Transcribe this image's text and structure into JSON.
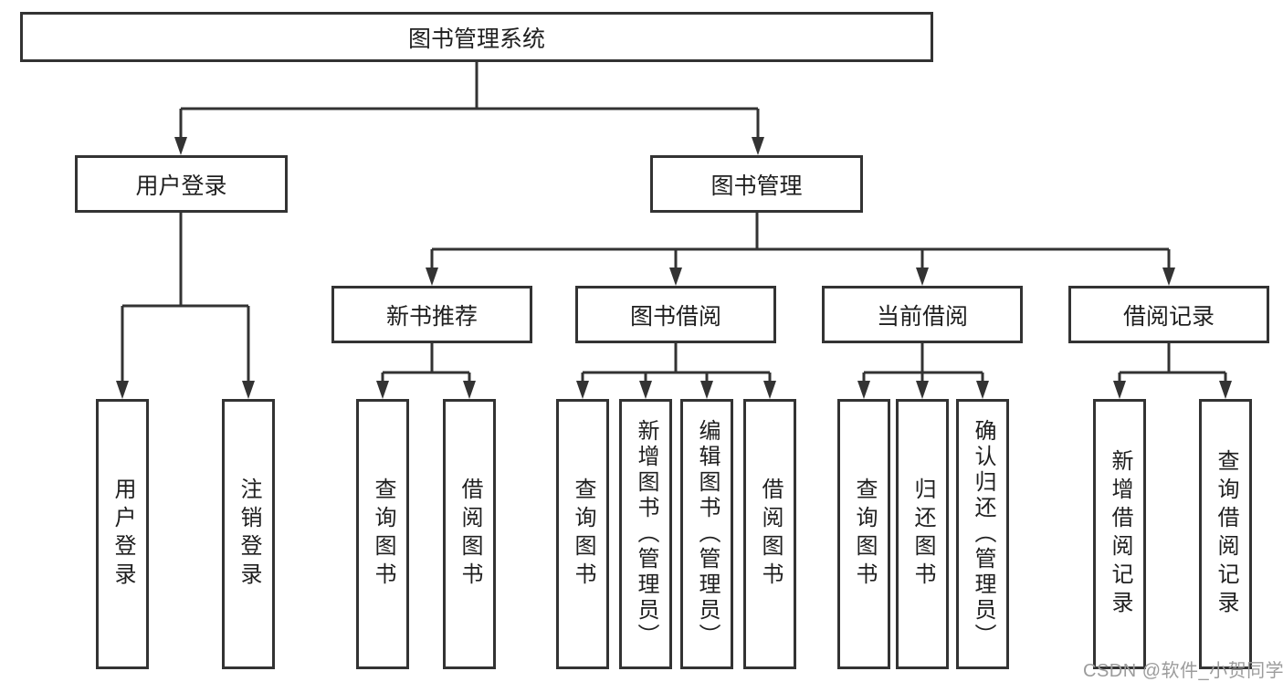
{
  "colors": {
    "line": "#333333",
    "text": "#1f1f1f",
    "box_background": "#ffffff",
    "watermark": "#9c9c9c"
  },
  "tree": {
    "root": "图书管理系统",
    "children": [
      {
        "label": "用户登录",
        "leaves": [
          "用户登录",
          "注销登录"
        ]
      },
      {
        "label": "图书管理",
        "children": [
          {
            "label": "新书推荐",
            "leaves": [
              "查询图书",
              "借阅图书"
            ]
          },
          {
            "label": "图书借阅",
            "leaves": [
              "查询图书",
              "新增图书（管理员）",
              "编辑图书（管理员）",
              "借阅图书"
            ]
          },
          {
            "label": "当前借阅",
            "leaves": [
              "查询图书",
              "归还图书",
              "确认归还（管理员）"
            ]
          },
          {
            "label": "借阅记录",
            "leaves": [
              "新增借阅记录",
              "查询借阅记录"
            ]
          }
        ]
      }
    ]
  },
  "watermark": {
    "text": "CSDN @软件_小贺同学"
  }
}
